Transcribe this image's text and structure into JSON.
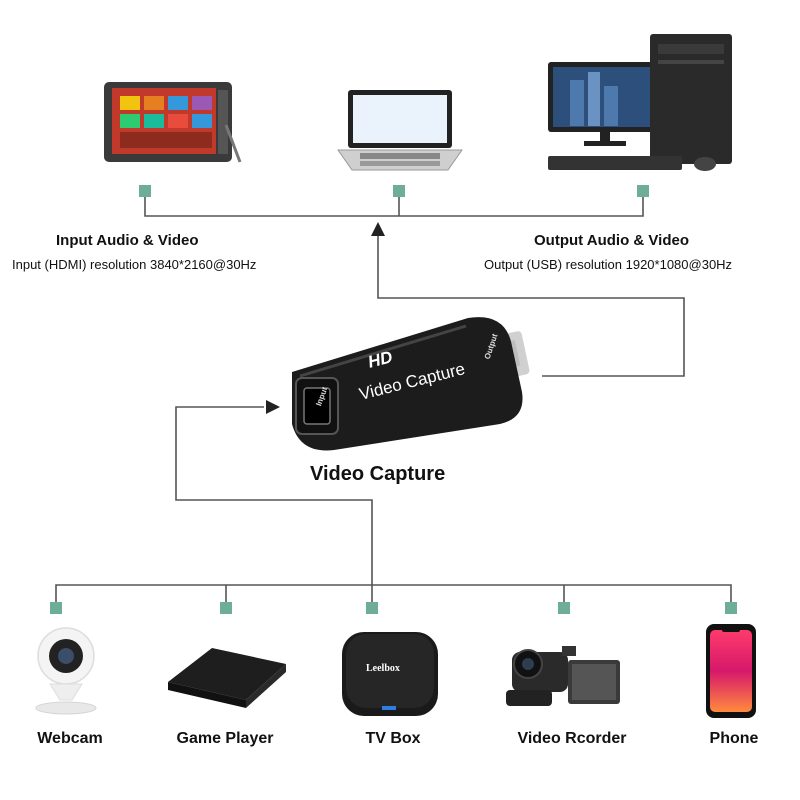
{
  "input_section": {
    "title": "Input Audio & Video",
    "resolution": "Input (HDMI) resolution 3840*2160@30Hz"
  },
  "output_section": {
    "title": "Output Audio & Video",
    "resolution": "Output (USB) resolution 1920*1080@30Hz"
  },
  "device": {
    "caption": "Video  Capture",
    "logo": "HD",
    "label": "Video Capture",
    "port_input": "Input",
    "port_output": "Output"
  },
  "sources": [
    {
      "name": "Webcam"
    },
    {
      "name": "Game Player"
    },
    {
      "name": "TV Box",
      "brand": "Leelbox"
    },
    {
      "name": "Video Rcorder"
    },
    {
      "name": "Phone"
    }
  ],
  "colors": {
    "connector": "#6fae96",
    "line": "#555555",
    "device_body": "#1c1c1c"
  }
}
